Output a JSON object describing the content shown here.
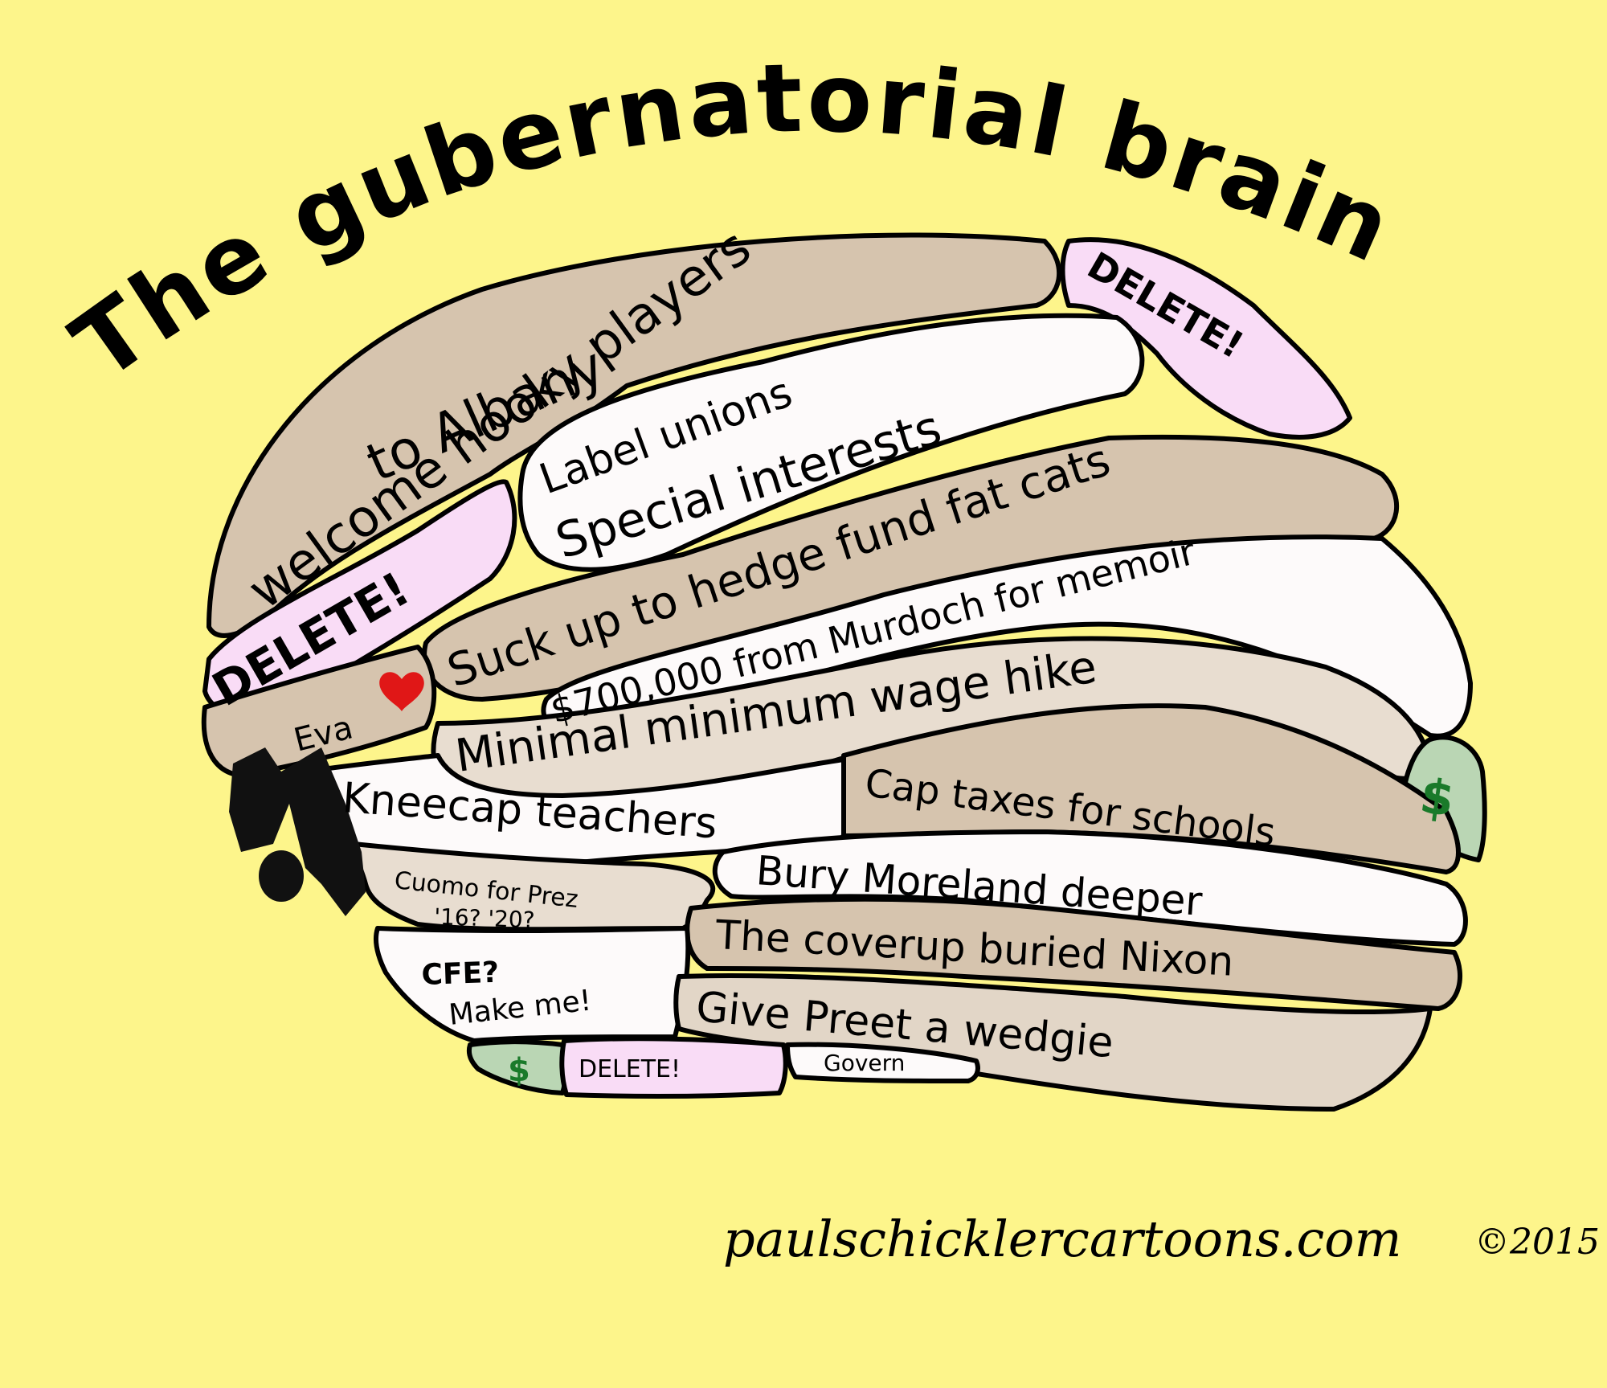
{
  "title": "The gubernatorial brain",
  "colors": {
    "background": "#fdf58b",
    "tan": "#d6c4ae",
    "light_tan": "#e8ddd0",
    "white": "#fdfafa",
    "pink": "#f9dcf6",
    "green": "#bad6b4",
    "dollar": "#1a7a2a",
    "heart": "#e01717"
  },
  "lobes": {
    "hooky": "welcome hooky players",
    "albany": "to Albany",
    "delete_top": "DELETE!",
    "unions_1": "Label unions",
    "unions_2": "Special interests",
    "hedge": "Suck up to hedge fund fat cats",
    "delete_left": "DELETE!",
    "murdoch": "$700,000 from Murdoch for memoir",
    "eva": "Eva",
    "minimum": "Minimal minimum wage hike",
    "dollar_right": "$",
    "kneecap": "Kneecap teachers",
    "cap": "Cap taxes for schools",
    "moreland": "Bury Moreland deeper",
    "cuomo_1": "Cuomo for Prez",
    "cuomo_2": "'16? '20?",
    "nixon": "The coverup buried Nixon",
    "cfe_1": "CFE?",
    "cfe_2": "Make me!",
    "preet": "Give Preet a wedgie",
    "dollar_bottom": "$",
    "delete_bottom": "DELETE!",
    "govern": "Govern"
  },
  "footer": {
    "site": "paulschicklercartoons.com",
    "copyright": "©2015"
  }
}
